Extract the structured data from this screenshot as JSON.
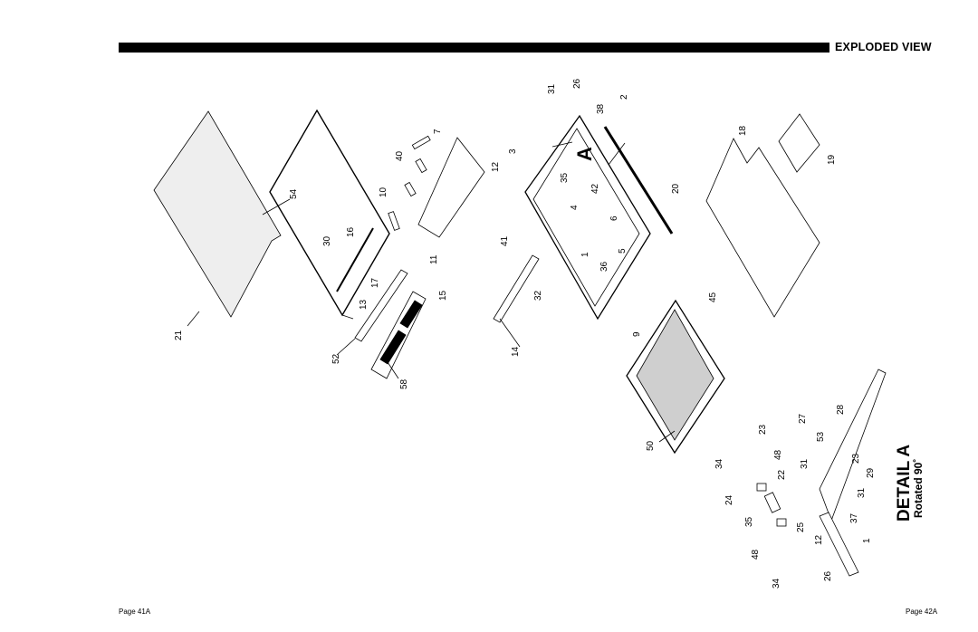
{
  "header": {
    "title": "EXPLODED VIEW"
  },
  "footer": {
    "page_left": "Page 41A",
    "page_right": "Page 42A"
  },
  "detail": {
    "title": "DETAIL A",
    "subtitle": "Rotated 90˚",
    "marker": "A"
  },
  "part_numbers": [
    "21",
    "54",
    "30",
    "16",
    "13",
    "17",
    "52",
    "58",
    "15",
    "14",
    "10",
    "11",
    "40",
    "7",
    "12",
    "3",
    "31",
    "26",
    "38",
    "2",
    "35",
    "42",
    "4",
    "6",
    "5",
    "36",
    "41",
    "1",
    "32",
    "9",
    "45",
    "20",
    "18",
    "19",
    "50",
    "23",
    "27",
    "28",
    "53",
    "34",
    "48",
    "22",
    "31",
    "23",
    "29",
    "24",
    "35",
    "25",
    "12",
    "31",
    "37",
    "1",
    "48",
    "34",
    "26"
  ],
  "colors": {
    "ink": "#000000",
    "panel_fill": "#eeeeee",
    "screen_fill": "#cfcfcf"
  }
}
